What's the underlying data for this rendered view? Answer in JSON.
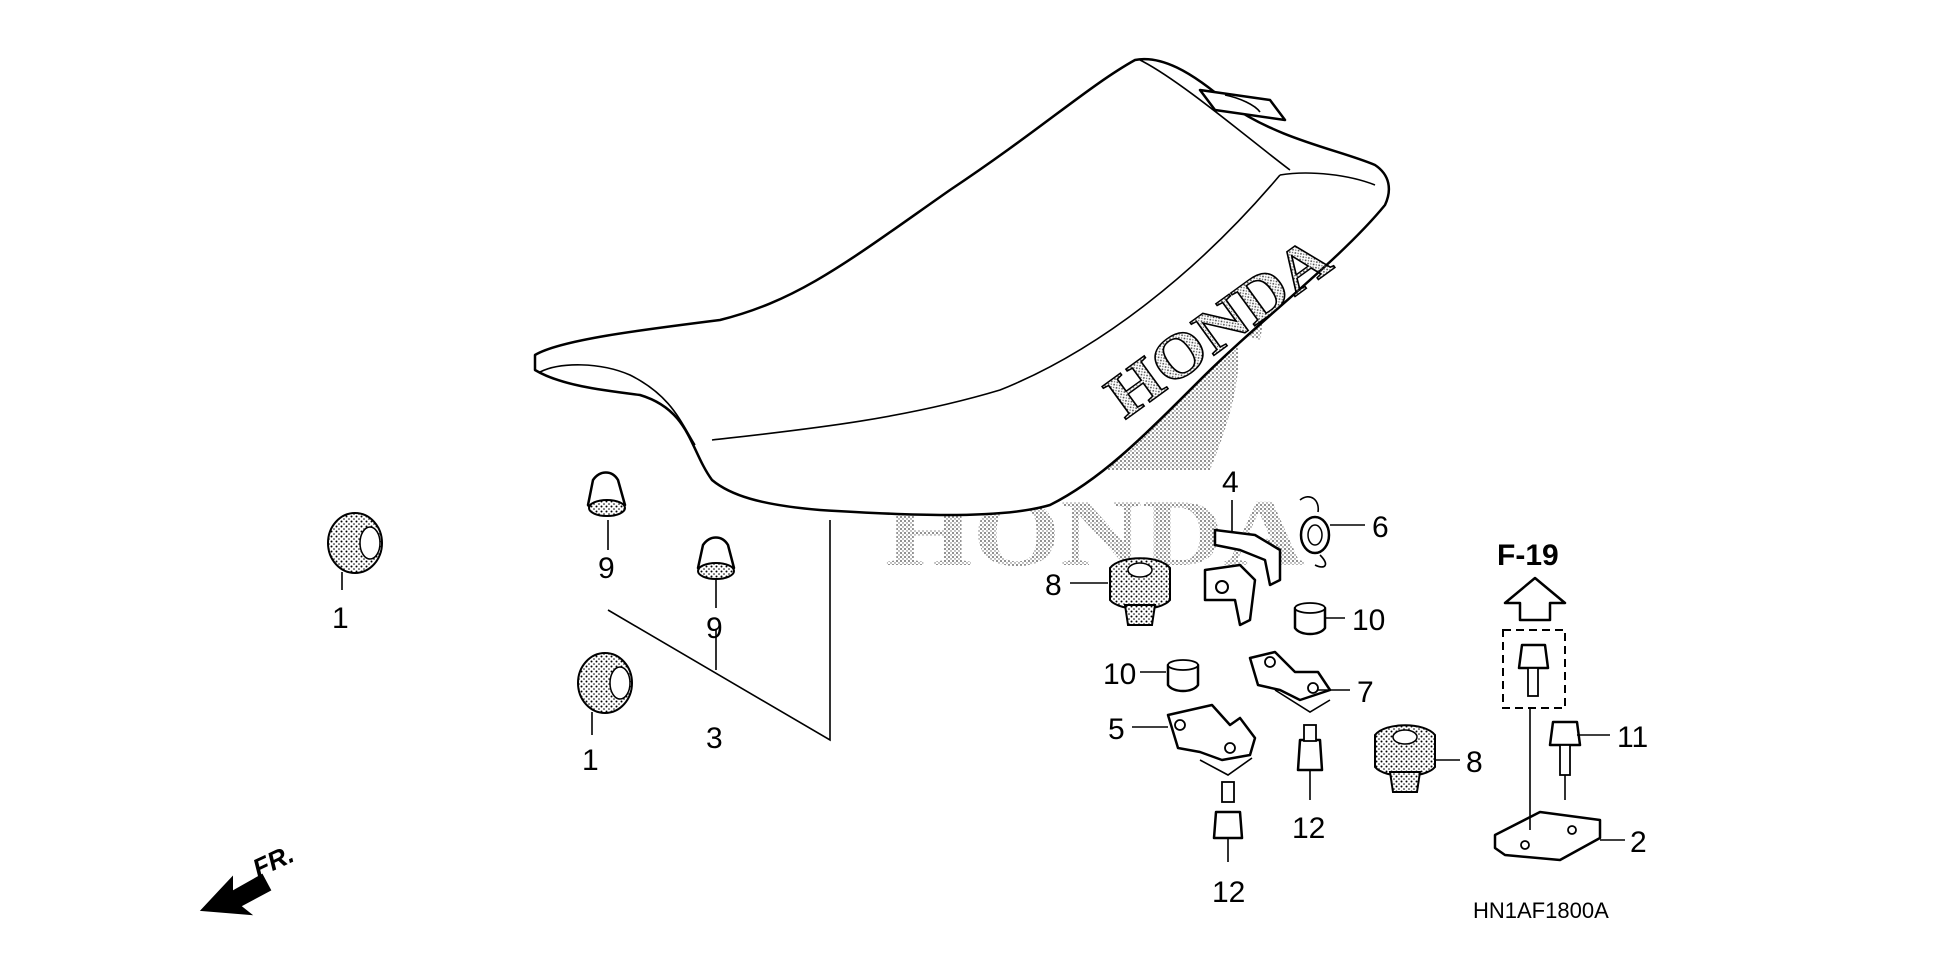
{
  "diagram": {
    "code": "HN1AF1800A",
    "reference": "F-19",
    "direction": "FR.",
    "seat_text": "HONDA",
    "watermark_text": "HONDA",
    "callouts": [
      {
        "id": "c1a",
        "label": "1"
      },
      {
        "id": "c1b",
        "label": "1"
      },
      {
        "id": "c9a",
        "label": "9"
      },
      {
        "id": "c9b",
        "label": "9"
      },
      {
        "id": "c3",
        "label": "3"
      },
      {
        "id": "c4",
        "label": "4"
      },
      {
        "id": "c6",
        "label": "6"
      },
      {
        "id": "c8a",
        "label": "8"
      },
      {
        "id": "c8b",
        "label": "8"
      },
      {
        "id": "c10a",
        "label": "10"
      },
      {
        "id": "c10b",
        "label": "10"
      },
      {
        "id": "c7",
        "label": "7"
      },
      {
        "id": "c5",
        "label": "5"
      },
      {
        "id": "c12a",
        "label": "12"
      },
      {
        "id": "c12b",
        "label": "12"
      },
      {
        "id": "c11",
        "label": "11"
      },
      {
        "id": "c2",
        "label": "2"
      }
    ]
  }
}
